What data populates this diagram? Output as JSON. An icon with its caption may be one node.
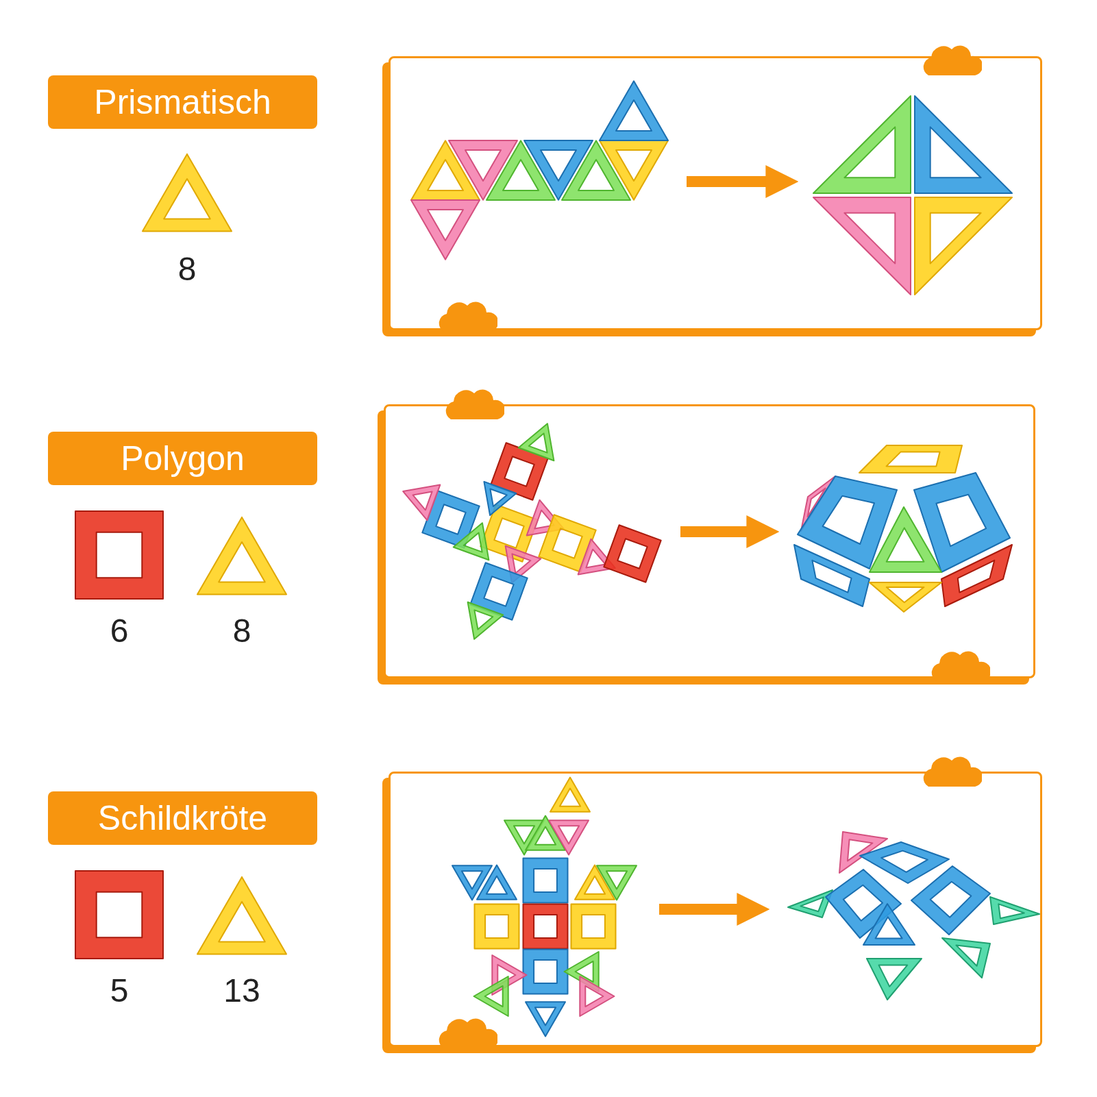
{
  "diagram": {
    "nodes": [
      {
        "text": [
          "Prismatisch"
        ]
      },
      {
        "text": [],
        "shape": "picture",
        "beside": [
          "8"
        ]
      },
      {
        "text": [],
        "shape": "box"
      },
      {
        "text": [],
        "shape": "picture",
        "in": 2
      },
      {
        "text": [],
        "shape": "picture",
        "in": 2
      },
      {
        "text": [
          "Polygon"
        ]
      },
      {
        "text": [],
        "shape": "picture",
        "beside": [
          "6"
        ]
      },
      {
        "text": [],
        "shape": "picture",
        "beside": [
          "8"
        ]
      },
      {
        "text": [],
        "shape": "box"
      },
      {
        "text": [],
        "shape": "picture",
        "in": 8
      },
      {
        "text": [],
        "shape": "picture",
        "in": 8
      },
      {
        "text": [
          "Schildkröte"
        ]
      },
      {
        "text": [],
        "shape": "picture",
        "beside": [
          "5"
        ]
      },
      {
        "text": [],
        "shape": "picture",
        "beside": [
          "13"
        ]
      },
      {
        "text": [],
        "shape": "box"
      },
      {
        "text": [],
        "shape": "picture",
        "in": 14
      },
      {
        "text": [],
        "shape": "picture",
        "in": 14
      }
    ],
    "edges": [
      {
        "from": 3,
        "to": 4,
        "arrow": "to"
      },
      {
        "from": 9,
        "to": 10,
        "arrow": "to"
      },
      {
        "from": 15,
        "to": 16,
        "arrow": "to"
      }
    ]
  }
}
